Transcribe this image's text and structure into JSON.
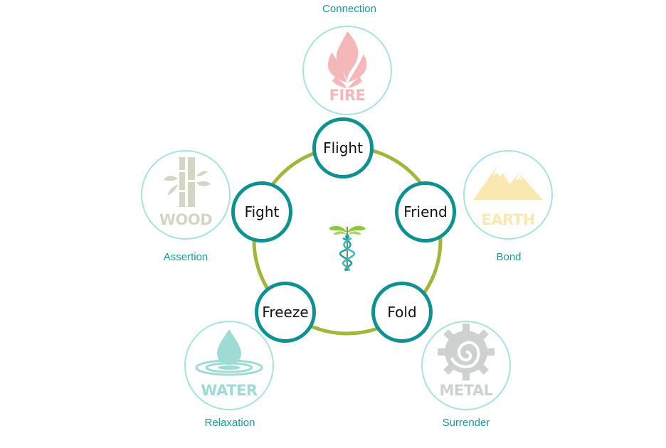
{
  "elements": {
    "fire": {
      "label": "FIRE",
      "caption": "Connection",
      "color": "#f5b7b9"
    },
    "earth": {
      "label": "EARTH",
      "caption": "Bond",
      "color": "#fbe7b2"
    },
    "metal": {
      "label": "METAL",
      "caption": "Surrender",
      "color": "#cfd0d0"
    },
    "water": {
      "label": "WATER",
      "caption": "Relaxation",
      "color": "#9edbd5"
    },
    "wood": {
      "label": "WOOD",
      "caption": "Assertion",
      "color": "#d4d6c4"
    }
  },
  "responses": {
    "flight": "Flight",
    "friend": "Friend",
    "fold": "Fold",
    "freeze": "Freeze",
    "fight": "Fight"
  },
  "colors": {
    "ring": "#a3b53a",
    "node_border": "#0e9191",
    "element_border": "#a8e2de",
    "caption": "#1a9a9a"
  },
  "center_icon": "caduceus-icon"
}
